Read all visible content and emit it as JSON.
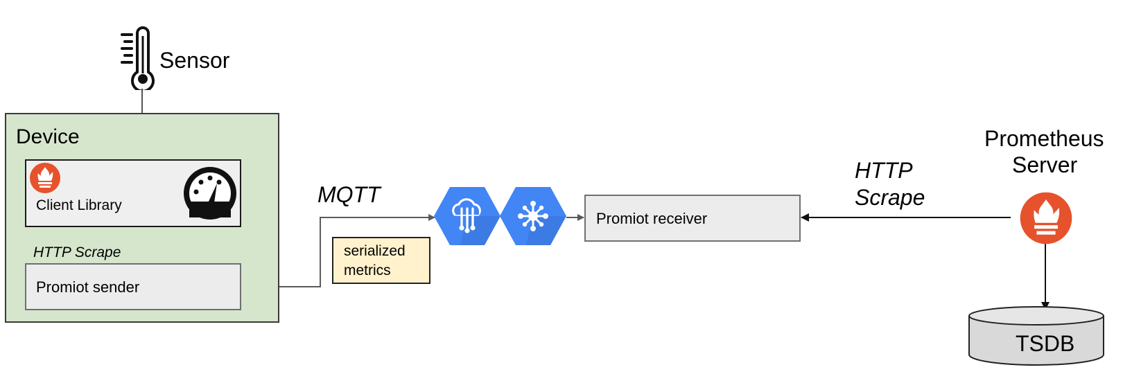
{
  "sensor": {
    "label": "Sensor",
    "icon": "thermometer-icon"
  },
  "device": {
    "title": "Device",
    "client_library": {
      "label": "Client Library",
      "icons": [
        "prometheus-logo-icon",
        "gauge-icon"
      ]
    },
    "scrape_label": "HTTP Scrape",
    "sender": {
      "label": "Promiot sender"
    }
  },
  "transport": {
    "protocol_label": "MQTT",
    "note": {
      "line1": "serialized",
      "line2": "metrics"
    },
    "icons": [
      "iot-core-icon",
      "pubsub-icon"
    ],
    "hex_color": "#4285f4"
  },
  "receiver": {
    "label": "Promiot receiver"
  },
  "scrape": {
    "line1": "HTTP",
    "line2": "Scrape"
  },
  "prometheus": {
    "line1": "Prometheus",
    "line2": "Server",
    "icon": "prometheus-logo-icon",
    "color": "#e6522c"
  },
  "storage": {
    "label": "TSDB"
  },
  "colors": {
    "device_fill": "#d6e6cd",
    "box_fill": "#ececec",
    "note_fill": "#fff2cc",
    "arrow": "#555555"
  }
}
